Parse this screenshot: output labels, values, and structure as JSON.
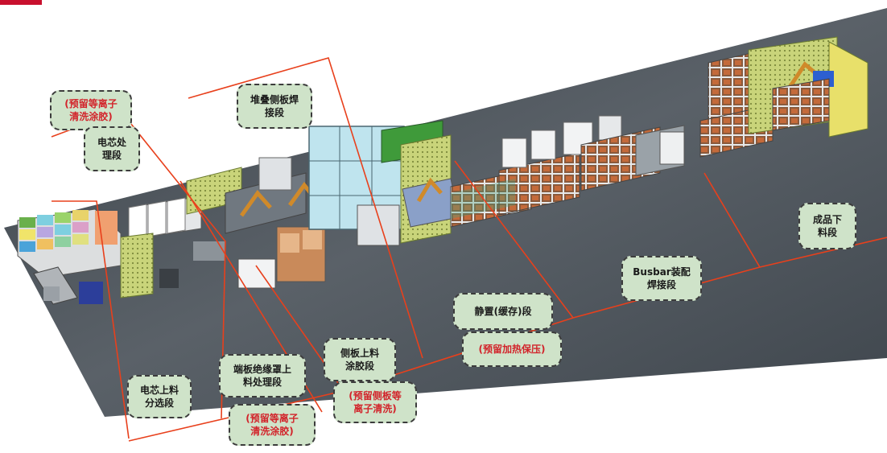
{
  "colors": {
    "leader_line": "#e8401c",
    "label_fill": "#cfe3c9",
    "label_border": "#3c3c3c",
    "label_text": "#1a1a1a",
    "reserved_text": "#d2232a",
    "floor": "#4a5158",
    "enclosure_mesh": "#c9d47a",
    "corner_mark": "#c8102e"
  },
  "labels": {
    "reserved_plasma_top": "(预留等离子\n清洗涂胶)",
    "cell_processing": "电芯处\n理段",
    "stacking_welding": "堆叠侧板焊\n接段",
    "cell_loading_sorting": "电芯上料\n分选段",
    "end_plate_processing": "端板绝缘罩上\n料处理段",
    "reserved_plasma_bottom": "(预留等离子\n清洗涂胶)",
    "side_plate_loading": "侧板上料\n涂胶段",
    "reserved_side_plate_plasma": "(预留侧板等\n离子清洗)",
    "standing_buffer": "静置(缓存)段",
    "reserved_heat_press": "(预留加热保压)",
    "busbar_welding": "Busbar装配\n焊接段",
    "unloading": "成品下\n料段"
  }
}
